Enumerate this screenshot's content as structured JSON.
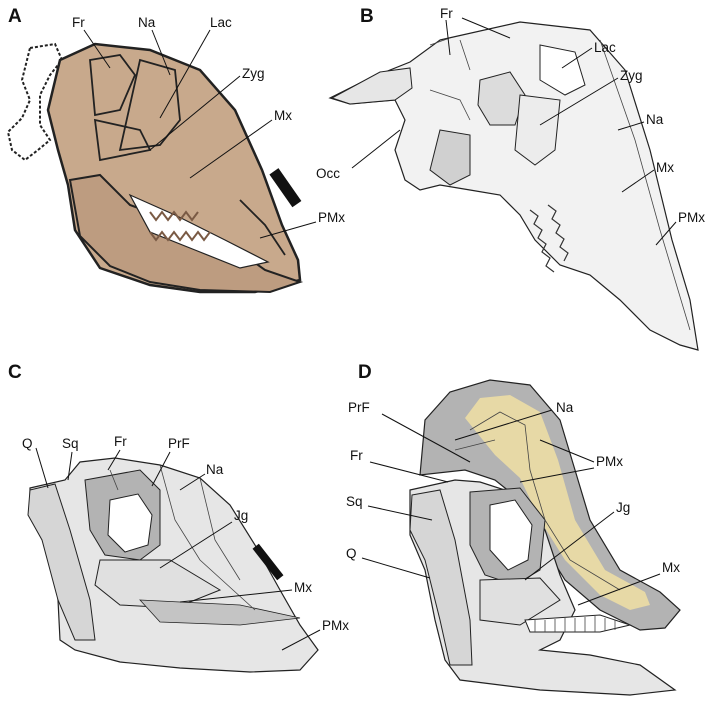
{
  "panels": [
    {
      "letter": "A",
      "labels": {
        "fr": "Fr",
        "na": "Na",
        "lac": "Lac",
        "zyg": "Zyg",
        "mx": "Mx",
        "pmx": "PMx"
      }
    },
    {
      "letter": "B",
      "labels": {
        "fr": "Fr",
        "lac": "Lac",
        "zyg": "Zyg",
        "na": "Na",
        "occ": "Occ",
        "mx": "Mx",
        "pmx": "PMx"
      }
    },
    {
      "letter": "C",
      "labels": {
        "q": "Q",
        "sq": "Sq",
        "fr": "Fr",
        "prf": "PrF",
        "na": "Na",
        "jg": "Jg",
        "mx": "Mx",
        "pmx": "PMx"
      }
    },
    {
      "letter": "D",
      "labels": {
        "prf": "PrF",
        "na": "Na",
        "fr": "Fr",
        "pmx": "PMx",
        "sq": "Sq",
        "jg": "Jg",
        "q": "Q",
        "mx": "Mx"
      }
    }
  ],
  "colors": {
    "fossil_bone": "#c8a98c",
    "bone_fill": "#e6e6e6",
    "bone_dark": "#b3b3b3",
    "premaxilla_highlight": "#f0dfa3"
  }
}
